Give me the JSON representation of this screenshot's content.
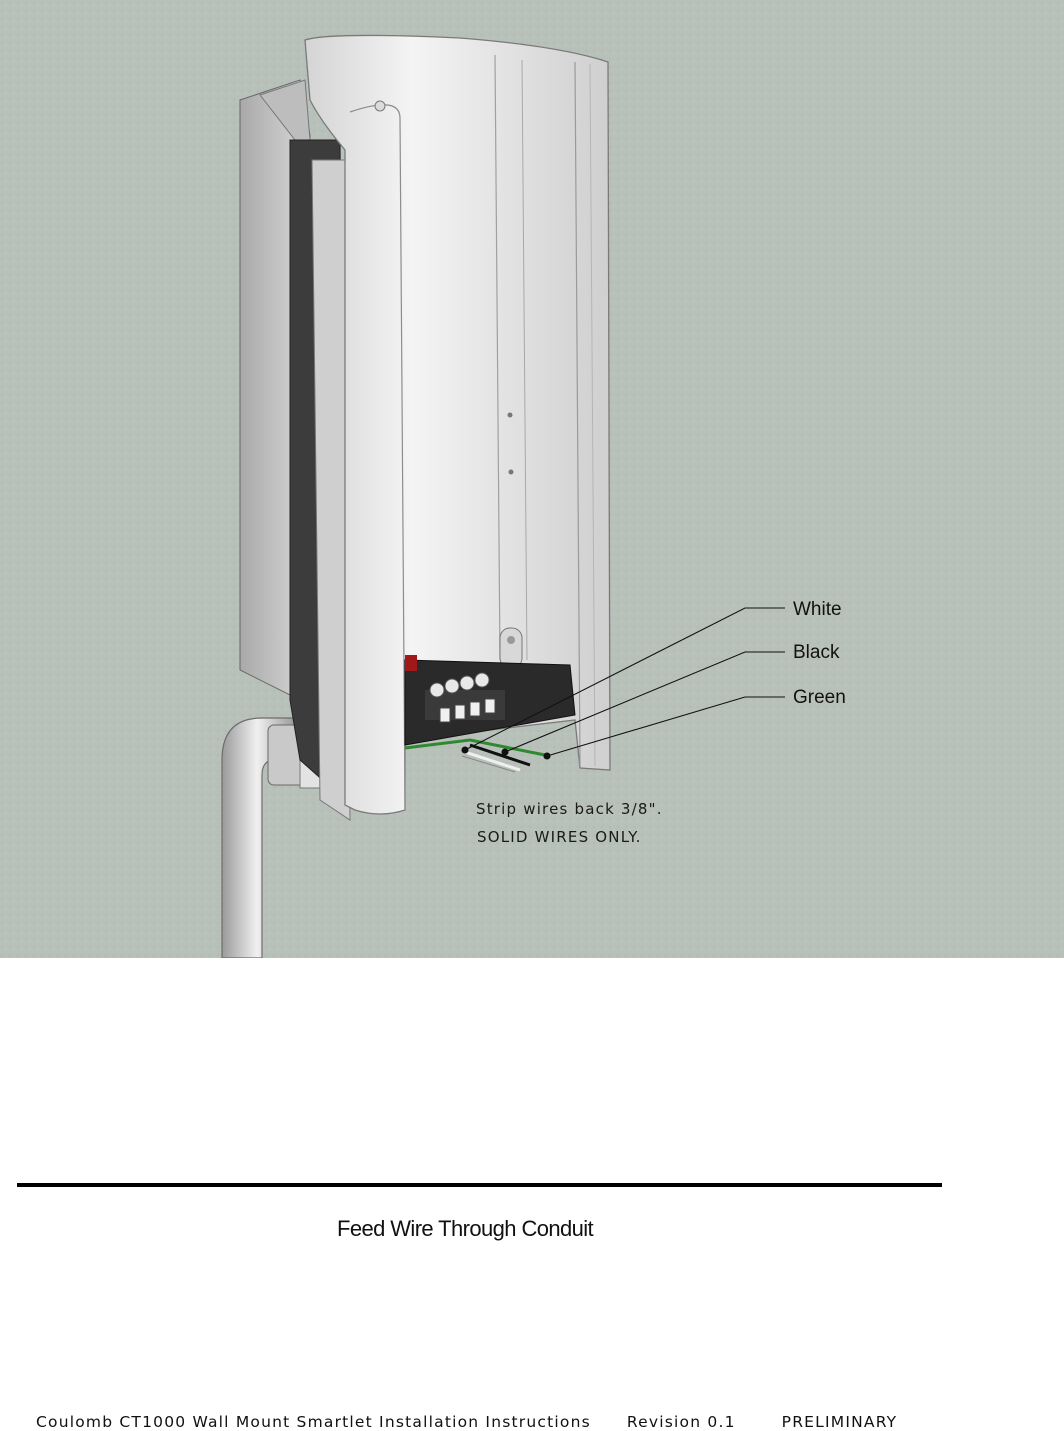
{
  "figure": {
    "callouts": {
      "white": "White",
      "black": "Black",
      "green": "Green"
    },
    "note_line1": "Strip wires back 3/8\".",
    "note_line2": "SOLID WIRES ONLY."
  },
  "caption": "Feed Wire Through Conduit",
  "footer": {
    "document_title": "Coulomb CT1000 Wall Mount Smartlet Installation Instructions",
    "revision": "Revision 0.1",
    "status": "PRELIMINARY"
  },
  "colors": {
    "wall": "#b8c0ba",
    "housing": "#e4e4e4",
    "wire_green": "#2f8a2f",
    "wire_black": "#111111",
    "wire_white": "#f0f0f0"
  }
}
